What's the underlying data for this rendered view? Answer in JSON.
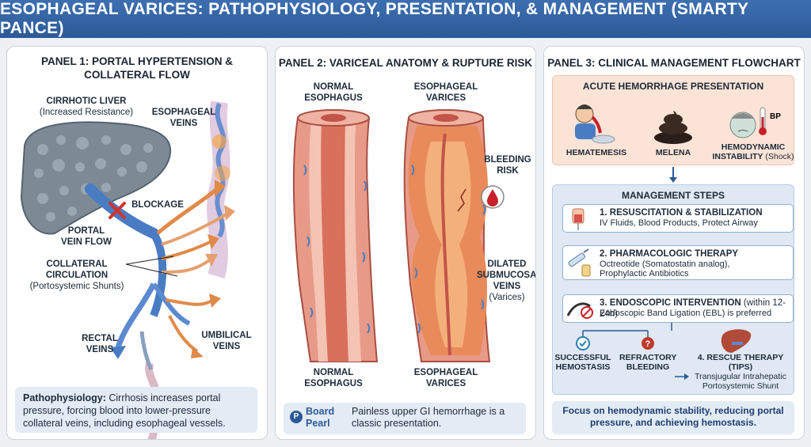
{
  "title": "ESOPHAGEAL VARICES: PATHOPHYSIOLOGY, PRESENTATION, & MANAGEMENT (SMARTY PANCE)",
  "panel1": {
    "title_line1": "PANEL 1: PORTAL HYPERTENSION &",
    "title_line2": "COLLATERAL FLOW",
    "liver_label": "CIRRHOTIC LIVER",
    "liver_sub": "(Increased Resistance)",
    "esophageal_veins_1": "ESOPHAGEAL",
    "esophageal_veins_2": "VEINS",
    "blockage": "BLOCKAGE",
    "portal_1": "PORTAL",
    "portal_2": "VEIN FLOW",
    "collateral_1": "COLLATERAL",
    "collateral_2": "CIRCULATION",
    "collateral_sub": "(Portosystemic Shunts)",
    "rectal_1": "RECTAL",
    "rectal_2": "VEINS",
    "umbilical_1": "UMBILICAL",
    "umbilical_2": "VEINS",
    "note_bold": "Pathophysiology:",
    "note_text": " Cirrhosis increases portal pressure, forcing blood into lower-pressure collateral veins, including esophageal vessels."
  },
  "panel2": {
    "title": "PANEL 2: VARICEAL ANATOMY & RUPTURE RISK",
    "normal_top_1": "NORMAL",
    "normal_top_2": "ESOPHAGUS",
    "varices_top_1": "ESOPHAGEAL",
    "varices_top_2": "VARICES",
    "bleeding_1": "BLEEDING",
    "bleeding_2": "RISK",
    "dilated_1": "DILATED",
    "dilated_2": "SUBMUCOSAL",
    "dilated_3": "VEINS",
    "dilated_sub": "(Varices)",
    "normal_bottom_1": "NORMAL",
    "normal_bottom_2": "ESOPHAGUS",
    "varices_bottom_1": "ESOPHAGEAL",
    "varices_bottom_2": "VARICES",
    "pearl_1": "Board",
    "pearl_2": "Pearl",
    "pearl_text": "Painless upper GI hemorrhage is a classic presentation."
  },
  "panel3": {
    "title": "PANEL 3: CLINICAL MANAGEMENT FLOWCHART",
    "acute_title": "ACUTE HEMORRHAGE PRESENTATION",
    "hematemesis": "HEMATEMESIS",
    "melena": "MELENA",
    "instability_1": "HEMODYNAMIC",
    "instability_2": "INSTABILITY",
    "instability_sub": "(Shock)",
    "bp": "BP",
    "mgmt_title": "MANAGEMENT STEPS",
    "steps": [
      {
        "title": "1. RESUSCITATION & STABILIZATION",
        "desc": "IV Fluids, Blood Products, Protect Airway"
      },
      {
        "title": "2. PHARMACOLOGIC THERAPY",
        "desc": "Octreotide (Somatostatin analog),",
        "desc2": "Prophylactic Antibiotics"
      },
      {
        "title": "3. ENDOSCOPIC INTERVENTION",
        "title_sub": " (within 12-24h)",
        "desc": "Endoscopic Band Ligation (EBL) is preferred"
      }
    ],
    "success_1": "SUCCESSFUL",
    "success_2": "HEMOSTASIS",
    "refractory_1": "REFRACTORY",
    "refractory_2": "BLEEDING",
    "rescue_title": "4. RESCUE THERAPY (TIPS)",
    "rescue_1": "Transjugular Intrahepatic",
    "rescue_2": "Portosystemic Shunt",
    "footer": "Focus on hemodynamic stability, reducing portal pressure, and achieving hemostasis."
  },
  "colors": {
    "banner": "#2c5a98",
    "vein_blue": "#4a7cc4",
    "collateral_orange": "#e08a4a",
    "mucosa_red": "#e06a4c",
    "acute_bg": "#fbe3d6",
    "mgmt_bg": "#dfe8f3"
  }
}
